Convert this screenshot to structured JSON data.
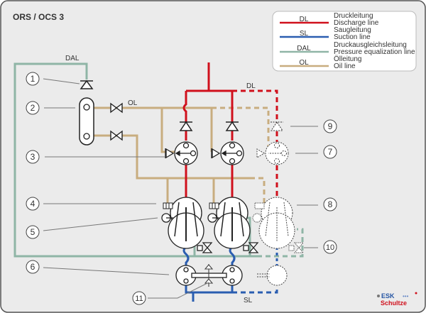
{
  "title": "ORS / OCS 3",
  "colors": {
    "background": "#ebebeb",
    "frame": "#555555",
    "discharge": "#d0101c",
    "suction": "#2a5db0",
    "pressure_eq": "#8fb5a6",
    "oil": "#c8ad7f",
    "leader": "#666666",
    "logo_blue": "#2455a4",
    "logo_red": "#d0101c"
  },
  "legend": [
    {
      "code": "DL",
      "label_de": "Druckleitung",
      "label_en": "Discharge line",
      "color": "#d0101c"
    },
    {
      "code": "SL",
      "label_de": "Saugleitung",
      "label_en": "Suction line",
      "color": "#2a5db0"
    },
    {
      "code": "DAL",
      "label_de": "Druckausgleichsleitung",
      "label_en": "Pressure equalization line",
      "color": "#8fb5a6"
    },
    {
      "code": "OL",
      "label_de": "Ölleitung",
      "label_en": "Oil line",
      "color": "#c8ad7f"
    }
  ],
  "line_labels": {
    "dal": "DAL",
    "ol": "OL",
    "dl": "DL",
    "sl": "SL"
  },
  "callouts": [
    "1",
    "2",
    "3",
    "4",
    "5",
    "6",
    "7",
    "8",
    "9",
    "10",
    "11"
  ],
  "logo": {
    "line1": "ESK",
    "line2": "Schultze"
  }
}
